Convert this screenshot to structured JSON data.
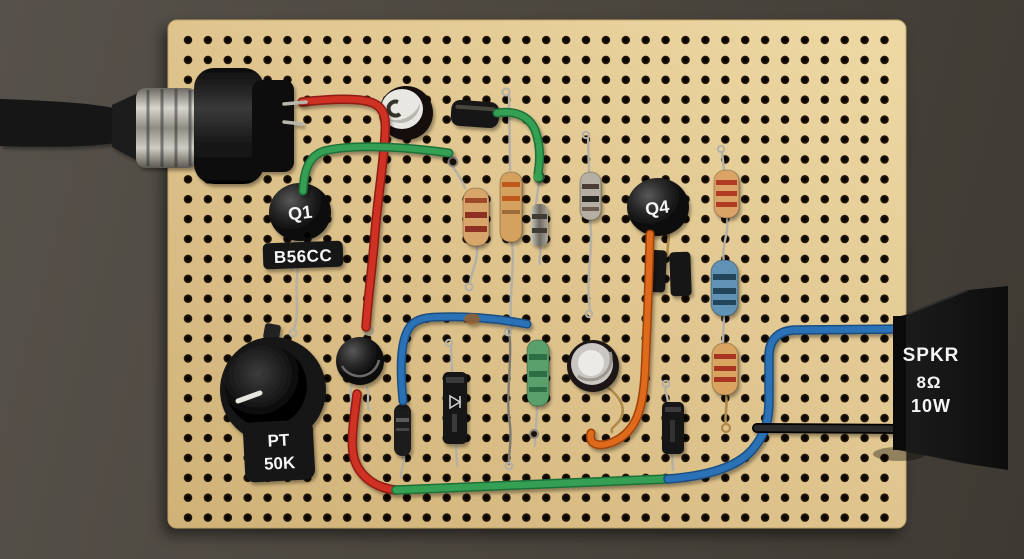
{
  "labels": {
    "transistor_q1": "Q1",
    "tag_b56cc": "B56CC",
    "transistor_q4": "Q4",
    "pot_tag": {
      "line1": "PT",
      "line2": "50K"
    },
    "speaker": {
      "line1": "SPKR",
      "line2": "8Ω",
      "line3": "10W"
    }
  },
  "colors": {
    "background": "#4a453d",
    "board": "#decd9b",
    "hole": "#150d05",
    "wire_red": "#cf3124",
    "wire_green": "#35a052",
    "wire_blue": "#2a72b5",
    "wire_orange": "#e06a1a",
    "wire_black": "#1b1b1b",
    "resistor_tan": "#d9a868",
    "resistor_blue": "#5e92b4",
    "resistor_green": "#5aa06d",
    "resistor_gray": "#b5aea2",
    "component_black": "#161616",
    "label_text": "#ffffff"
  }
}
